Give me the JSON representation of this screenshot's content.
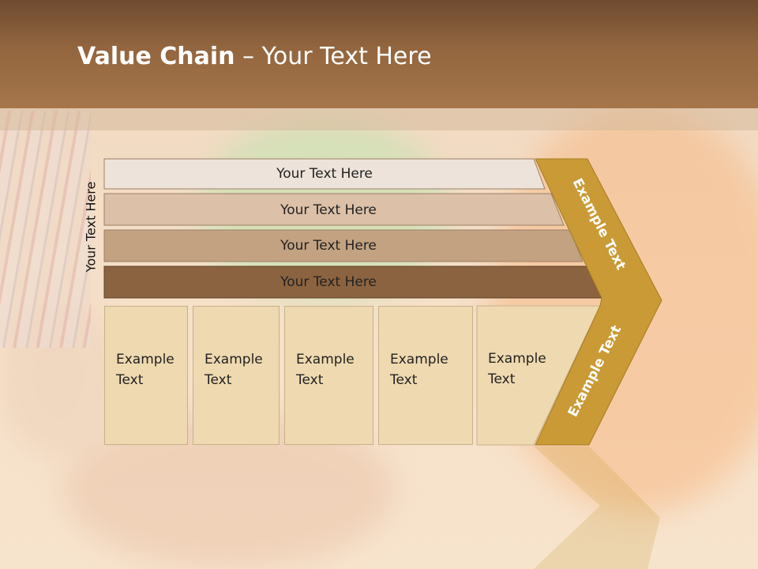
{
  "title": {
    "bold": "Value Chain",
    "rest": " – Your Text Here"
  },
  "vertical_label": "Your Text Here",
  "rows": [
    {
      "label": "Your Text Here",
      "color": "#ede3da"
    },
    {
      "label": "Your Text Here",
      "color": "#dcc0a8"
    },
    {
      "label": "Your Text Here",
      "color": "#c3a282"
    },
    {
      "label": "Your Text Here",
      "color": "#8c6340"
    }
  ],
  "boxes": [
    {
      "line1": "Example",
      "line2": "Text"
    },
    {
      "line1": "Example",
      "line2": "Text"
    },
    {
      "line1": "Example",
      "line2": "Text"
    },
    {
      "line1": "Example",
      "line2": "Text"
    },
    {
      "line1": "Example",
      "line2": "Text"
    }
  ],
  "chevron": {
    "upper": "Example Text",
    "lower": "Example Text",
    "color": "#c99a35",
    "edge": "#a87c22"
  }
}
